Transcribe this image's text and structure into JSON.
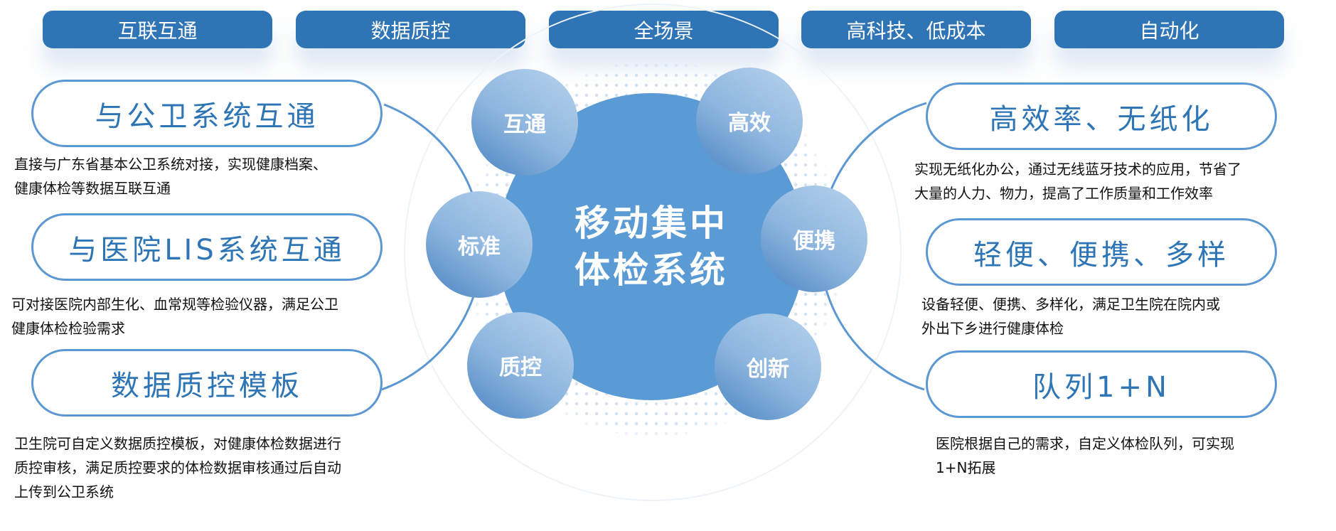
{
  "top_tags": [
    "互联互通",
    "数据质控",
    "全场景",
    "高科技、低成本",
    "自动化"
  ],
  "center": {
    "line1": "移动集中",
    "line2": "体检系统"
  },
  "satellites": [
    "互通",
    "高效",
    "标准",
    "便携",
    "质控",
    "创新"
  ],
  "left_features": [
    {
      "title": "与公卫系统互通",
      "desc": [
        "直接与广东省基本公卫系统对接，实现健康档案、",
        "健康体检等数据互联互通"
      ]
    },
    {
      "title": "与医院LIS系统互通",
      "desc": [
        "可对接医院内部生化、血常规等检验仪器，满足公卫",
        "健康体检检验需求"
      ]
    },
    {
      "title": "数据质控模板",
      "desc": [
        "卫生院可自定义数据质控模板，对健康体检数据进行",
        "质控审核，满足质控要求的体检数据审核通过后自动",
        "上传到公卫系统"
      ]
    }
  ],
  "right_features": [
    {
      "title": "高效率、无纸化",
      "desc": [
        "实现无纸化办公，通过无线蓝牙技术的应用，节省了",
        "大量的人力、物力，提高了工作质量和工作效率"
      ]
    },
    {
      "title": "轻便、便携、多样",
      "desc": [
        "设备轻便、便携、多样化，满足卫生院在院内或",
        "外出下乡进行健康体检"
      ]
    },
    {
      "title": "队列1+N",
      "desc": [
        "医院根据自己的需求，自定义体检队列，可实现",
        "1+N拓展"
      ]
    }
  ],
  "colors": {
    "tag": "#2f74b5",
    "title": "#2e75b6",
    "core": "#5b9bd5",
    "line": "#5b97d2"
  }
}
